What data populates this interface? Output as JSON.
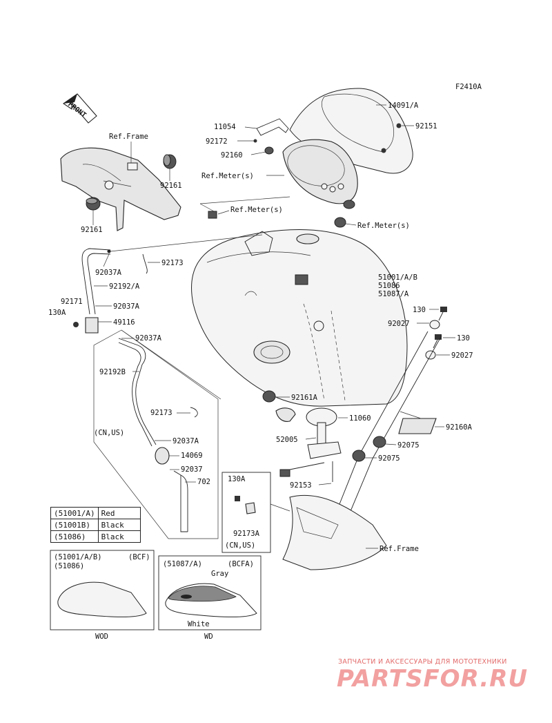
{
  "diagram_code": "F2410A",
  "front_arrow_label": "FRONT",
  "ref_frame_top": "Ref.Frame",
  "ref_frame_bottom": "Ref.Frame",
  "ref_meter_1": "Ref.Meter(s)",
  "ref_meter_2": "Ref.Meter(s)",
  "ref_meter_3": "Ref.Meter(s)",
  "part_labels": {
    "p14091A": "14091/A",
    "p11054": "11054",
    "p92151": "92151",
    "p92172": "92172",
    "p92160": "92160",
    "p92161a": "92161",
    "p92161b": "92161",
    "p92037A_top": "92037A",
    "p92173": "92173",
    "p92192A": "92192/A",
    "p92171": "92171",
    "p92037A_mid": "92037A",
    "p130A_left": "130A",
    "p49116": "49116",
    "p92037A_low": "92037A",
    "p92192B": "92192B",
    "p92173_low": "92173",
    "p92037A_us": "92037A",
    "p14069": "14069",
    "p92037": "92037",
    "p702": "702",
    "p51001": "51001/A/B",
    "p51086": "51086",
    "p51087": "51087/A",
    "p130_a": "130",
    "p92027_a": "92027",
    "p130_b": "130",
    "p92027_b": "92027",
    "p92161A": "92161A",
    "p11060": "11060",
    "p92160A": "92160A",
    "p52005": "52005",
    "p92075_a": "92075",
    "p92075_b": "92075",
    "p92153": "92153",
    "p130A_box": "130A",
    "p92173A": "92173A"
  },
  "region_cn_us_left": "(CN,US)",
  "region_cn_us_box": "(CN,US)",
  "color_table": [
    {
      "code": "(51001/A)",
      "color": "Red"
    },
    {
      "code": "(51001B)",
      "color": "Black"
    },
    {
      "code": "(51086)",
      "color": "Black"
    }
  ],
  "variant_wod": {
    "codes_line1": "(51001/A/B)",
    "tag": "(BCF)",
    "codes_line2": "(51086)",
    "caption": "WOD"
  },
  "variant_wd": {
    "codes": "(51087/A)",
    "tag": "(BCFA)",
    "color_top": "Gray",
    "color_bottom": "White",
    "caption": "WD"
  },
  "watermark": {
    "subtitle": "ЗАПЧАСТИ И АКСЕССУАРЫ ДЛЯ МОТОТЕХНИКИ",
    "logo": "PARTSFOR.RU"
  }
}
